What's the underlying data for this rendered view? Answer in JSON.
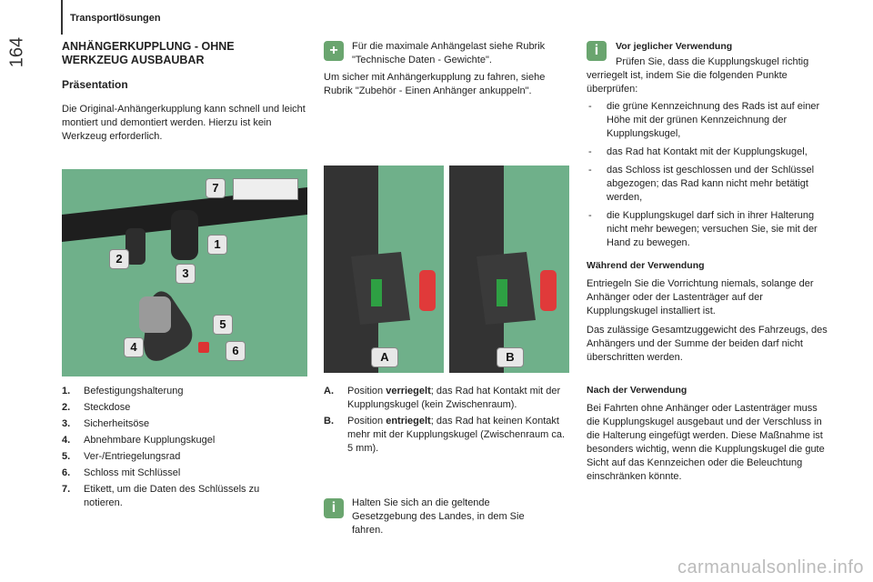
{
  "header": {
    "section": "Transportlösungen",
    "page_number": "164"
  },
  "col1": {
    "title": "ANHÄNGERKUPPLUNG - OHNE WERKZEUG AUSBAUBAR",
    "subtitle": "Präsentation",
    "intro": "Die Original-Anhängerkupplung kann schnell und leicht montiert und demontiert werden. Hierzu ist kein Werkzeug erforderlich.",
    "legend": [
      {
        "num": "1.",
        "text": "Befestigungshalterung"
      },
      {
        "num": "2.",
        "text": "Steckdose"
      },
      {
        "num": "3.",
        "text": "Sicherheitsöse"
      },
      {
        "num": "4.",
        "text": "Abnehmbare Kupplungskugel"
      },
      {
        "num": "5.",
        "text": "Ver-/Entriegelungsrad"
      },
      {
        "num": "6.",
        "text": "Schloss mit Schlüssel"
      },
      {
        "num": "7.",
        "text": "Etikett, um die Daten des Schlüssels zu notieren."
      }
    ],
    "image_labels": [
      "1",
      "2",
      "3",
      "4",
      "5",
      "6",
      "7"
    ]
  },
  "col2": {
    "plus_note": "Für die maximale Anhängelast siehe Rubrik \"Technische Daten - Gewichte\".",
    "safety_note": "Um sicher mit Anhängerkupplung zu fahren, siehe Rubrik \"Zubehör - Einen Anhänger ankuppeln\".",
    "image_labels": [
      "A",
      "B"
    ],
    "pos_a": {
      "label": "A.",
      "pre": "Position ",
      "bold": "verriegelt",
      "post": "; das Rad hat Kontakt mit der Kupplungskugel (kein Zwischenraum)."
    },
    "pos_b": {
      "label": "B.",
      "pre": "Position ",
      "bold": "entriegelt",
      "post": "; das Rad hat keinen Kontakt mehr mit der Kupplungskugel (Zwischenraum ca. 5 mm)."
    },
    "info_note": "Halten Sie sich an die geltende Gesetzgebung des Landes, in dem Sie fahren."
  },
  "col3": {
    "before_title": "Vor jeglicher Verwendung",
    "before_intro": "Prüfen Sie, dass die Kupplungskugel richtig verriegelt ist, indem Sie die folgenden Punkte überprüfen:",
    "checks": [
      "die grüne Kennzeichnung des Rads ist auf einer Höhe mit der grünen Kennzeichnung der Kupplungskugel,",
      "das Rad hat Kontakt mit der Kupplungskugel,",
      "das Schloss ist geschlossen und der Schlüssel abgezogen; das Rad kann nicht mehr betätigt werden,",
      "die Kupplungskugel darf sich in ihrer Halterung nicht mehr bewegen; versuchen Sie, sie mit der Hand zu bewegen."
    ],
    "during_title": "Während der Verwendung",
    "during_p1": "Entriegeln Sie die Vorrichtung niemals, solange der Anhänger oder der Lastenträger auf der Kupplungskugel installiert ist.",
    "during_p2": "Das zulässige Gesamtzuggewicht des Fahrzeugs, des Anhängers und der Summe der beiden darf nicht überschritten werden.",
    "after_title": "Nach der Verwendung",
    "after_p": "Bei Fahrten ohne Anhänger oder Lastenträger muss die Kupplungskugel ausgebaut und der Verschluss in die Halterung eingefügt werden. Diese Maßnahme ist besonders wichtig, wenn die Kupplungskugel die gute Sicht auf das Kennzeichen oder die Beleuchtung einschränken könnte."
  },
  "icons": {
    "plus": "plus-icon",
    "info": "info-icon"
  },
  "watermark": "carmanualsonline.info"
}
